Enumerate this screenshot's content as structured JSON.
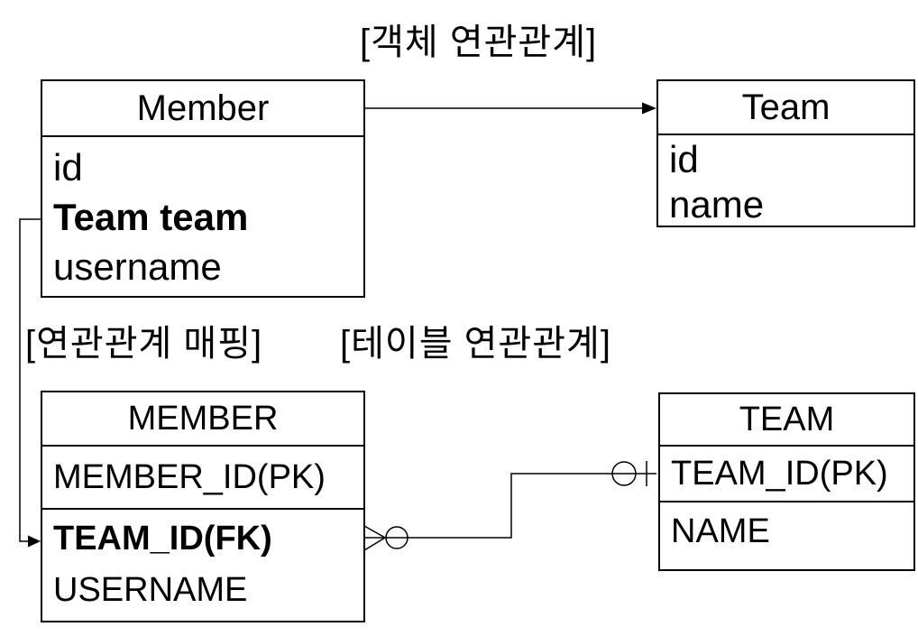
{
  "titles": {
    "object_relation": "[객체 연관관계]",
    "mapping": "[연관관계 매핑]",
    "table_relation": "[테이블 연관관계]"
  },
  "object_diagram": {
    "member": {
      "title": "Member",
      "fields": [
        "id",
        "Team team",
        "username"
      ]
    },
    "team": {
      "title": "Team",
      "fields": [
        "id",
        "name"
      ]
    }
  },
  "table_diagram": {
    "member": {
      "title": "MEMBER",
      "key_field": "MEMBER_ID(PK)",
      "fields": [
        "TEAM_ID(FK)",
        "USERNAME"
      ]
    },
    "team": {
      "title": "TEAM",
      "key_field": "TEAM_ID(PK)",
      "fields": [
        "NAME"
      ]
    }
  },
  "colors": {
    "background": "#ffffff",
    "text": "#000000",
    "line": "#000000"
  }
}
